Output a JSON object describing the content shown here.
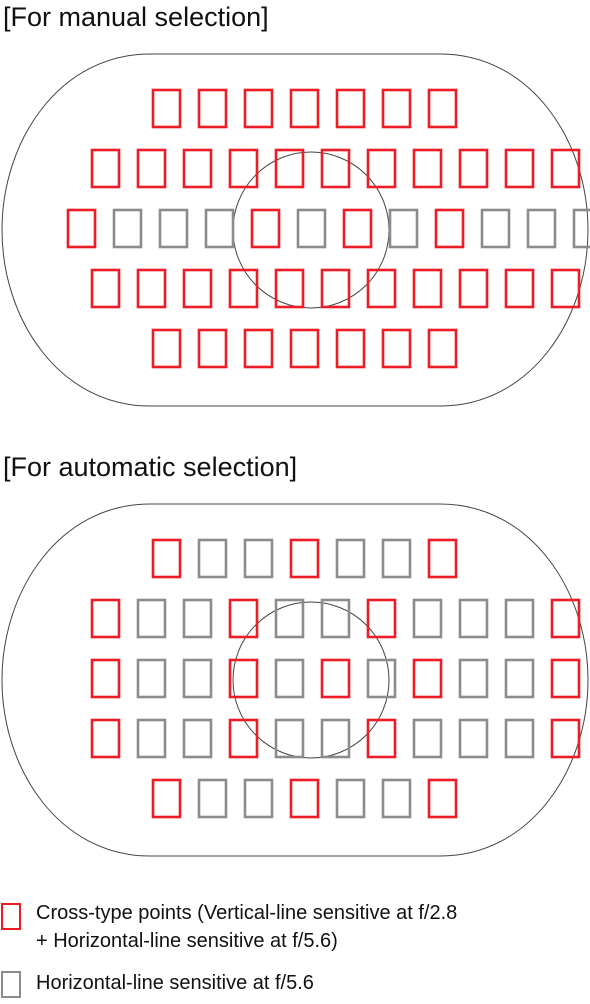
{
  "colors": {
    "cross_type": "#ee1c25",
    "horizontal": "#8c8c8c",
    "outline": "#444444"
  },
  "diagrams": [
    {
      "title": "[For manual selection]",
      "rows": [
        "RRRRRRR",
        "RRRRRRRRRRR",
        "RGGGRGRGRGGGR",
        "RRRRRRRRRRR",
        "RRRRRRR"
      ]
    },
    {
      "title": "[For automatic selection]",
      "rows": [
        "RGGRGGR",
        "RGGRGGRGGGR",
        "RGGRGRGRGGR",
        "RGGRGGRGGGR",
        "RGGRGGR"
      ]
    }
  ],
  "legend": [
    {
      "swatch": "cross_type",
      "lines": [
        "Cross-type points (Vertical-line sensitive at f/2.8",
        "+ Horizontal-line sensitive at f/5.6)"
      ]
    },
    {
      "swatch": "horizontal",
      "lines": [
        "Horizontal-line sensitive at f/5.6"
      ]
    }
  ]
}
